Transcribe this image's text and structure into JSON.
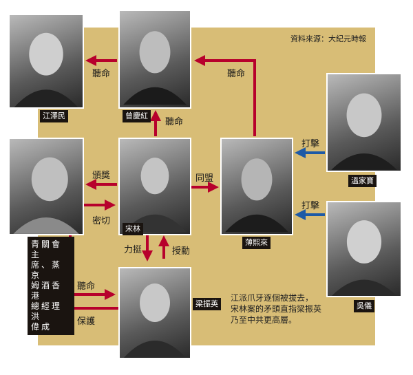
{
  "source": "資料來源：大紀元時報",
  "people": {
    "jiang": "江澤民",
    "zeng": "曾慶紅",
    "wen": "溫家寶",
    "wu": "吳儀",
    "song": "宋林",
    "bo": "薄熙來",
    "leung": "梁振英"
  },
  "left_caption": [
    "青關會主",
    "席、蒸京",
    "姆酒香港",
    "總經理洪",
    "偉成"
  ],
  "relations": {
    "zeng_to_jiang": "聽命",
    "bo_to_zeng": "聽命",
    "song_to_zeng": "聽命",
    "wen_to_bo": "打擊",
    "wu_to_bo": "打擊",
    "song_bo": "同盟",
    "song_to_left": "頒獎",
    "left_to_song": "密切",
    "song_to_leung": "力挺",
    "leung_to_song": "授勳",
    "left_to_leung": "聽命",
    "leung_to_left": "保護"
  },
  "note": [
    "江派爪牙逐個被拔去，",
    "宋林案的矛頭直指梁振英",
    "乃至中共更高層。"
  ],
  "colors": {
    "red": "#b7002c",
    "blue": "#1d5aa6",
    "gold": "#d8bd76"
  }
}
